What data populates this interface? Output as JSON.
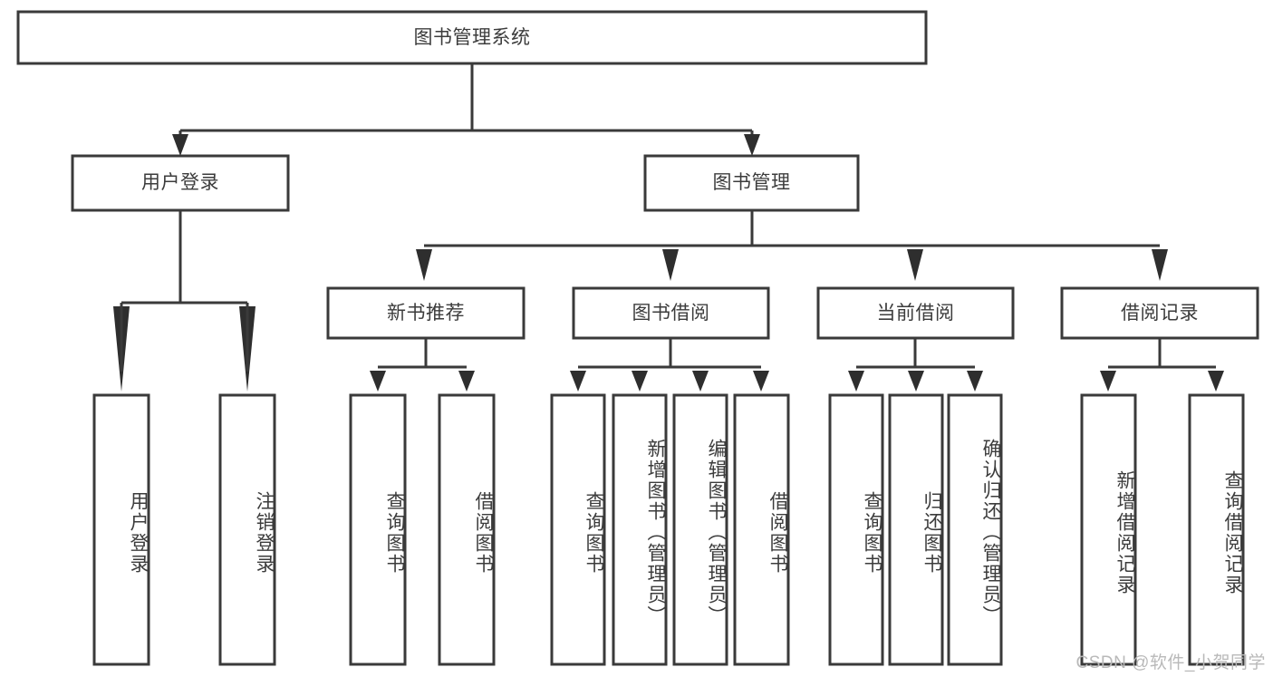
{
  "diagram": {
    "title": "图书管理系统",
    "watermark": "CSDN @软件_小贺同学",
    "colors": {
      "box_stroke": "#3a3a3a",
      "box_fill": "#ffffff",
      "text": "#3c3c3c",
      "connector": "#3a3a3a",
      "watermark": "#b9b9b9",
      "background": "#ffffff"
    },
    "levels": {
      "root": "图书管理系统",
      "level1": [
        "用户登录",
        "图书管理"
      ],
      "level2": [
        "新书推荐",
        "图书借阅",
        "当前借阅",
        "借阅记录"
      ]
    },
    "nodes": {
      "root": {
        "label": "图书管理系统",
        "orientation": "horizontal"
      },
      "user_login": {
        "label": "用户登录",
        "orientation": "horizontal"
      },
      "book_manage": {
        "label": "图书管理",
        "orientation": "horizontal"
      },
      "new_book_rec": {
        "label": "新书推荐",
        "orientation": "horizontal"
      },
      "book_borrow": {
        "label": "图书借阅",
        "orientation": "horizontal"
      },
      "current_borrow": {
        "label": "当前借阅",
        "orientation": "horizontal"
      },
      "borrow_record": {
        "label": "借阅记录",
        "orientation": "horizontal"
      },
      "leaf_user_login": {
        "label": "用户登录",
        "orientation": "vertical"
      },
      "leaf_logout_login": {
        "label": "注销登录",
        "orientation": "vertical"
      },
      "leaf_query_book_a": {
        "label": "查询图书",
        "orientation": "vertical"
      },
      "leaf_borrow_book_a": {
        "label": "借阅图书",
        "orientation": "vertical"
      },
      "leaf_query_book_b": {
        "label": "查询图书",
        "orientation": "vertical"
      },
      "leaf_add_book": {
        "label": "新增图书（管理员）",
        "orientation": "vertical"
      },
      "leaf_edit_book": {
        "label": "编辑图书（管理员）",
        "orientation": "vertical"
      },
      "leaf_borrow_book_b": {
        "label": "借阅图书",
        "orientation": "vertical"
      },
      "leaf_query_book_c": {
        "label": "查询图书",
        "orientation": "vertical"
      },
      "leaf_return_book": {
        "label": "归还图书",
        "orientation": "vertical"
      },
      "leaf_confirm_return": {
        "label": "确认归还（管理员）",
        "orientation": "vertical"
      },
      "leaf_add_record": {
        "label": "新增借阅记录",
        "orientation": "vertical"
      },
      "leaf_query_record": {
        "label": "查询借阅记录",
        "orientation": "vertical"
      }
    },
    "edges": [
      {
        "from": "图书管理系统",
        "to": "用户登录"
      },
      {
        "from": "图书管理系统",
        "to": "图书管理"
      },
      {
        "from": "图书管理",
        "to": "新书推荐"
      },
      {
        "from": "图书管理",
        "to": "图书借阅"
      },
      {
        "from": "图书管理",
        "to": "当前借阅"
      },
      {
        "from": "图书管理",
        "to": "借阅记录"
      },
      {
        "from": "用户登录",
        "to": "用户登录"
      },
      {
        "from": "用户登录",
        "to": "注销登录"
      },
      {
        "from": "新书推荐",
        "to": "查询图书"
      },
      {
        "from": "新书推荐",
        "to": "借阅图书"
      },
      {
        "from": "图书借阅",
        "to": "查询图书"
      },
      {
        "from": "图书借阅",
        "to": "新增图书（管理员）"
      },
      {
        "from": "图书借阅",
        "to": "编辑图书（管理员）"
      },
      {
        "from": "图书借阅",
        "to": "借阅图书"
      },
      {
        "from": "当前借阅",
        "to": "查询图书"
      },
      {
        "from": "当前借阅",
        "to": "归还图书"
      },
      {
        "from": "当前借阅",
        "to": "确认归还（管理员）"
      },
      {
        "from": "借阅记录",
        "to": "新增借阅记录"
      },
      {
        "from": "借阅记录",
        "to": "查询借阅记录"
      }
    ]
  }
}
